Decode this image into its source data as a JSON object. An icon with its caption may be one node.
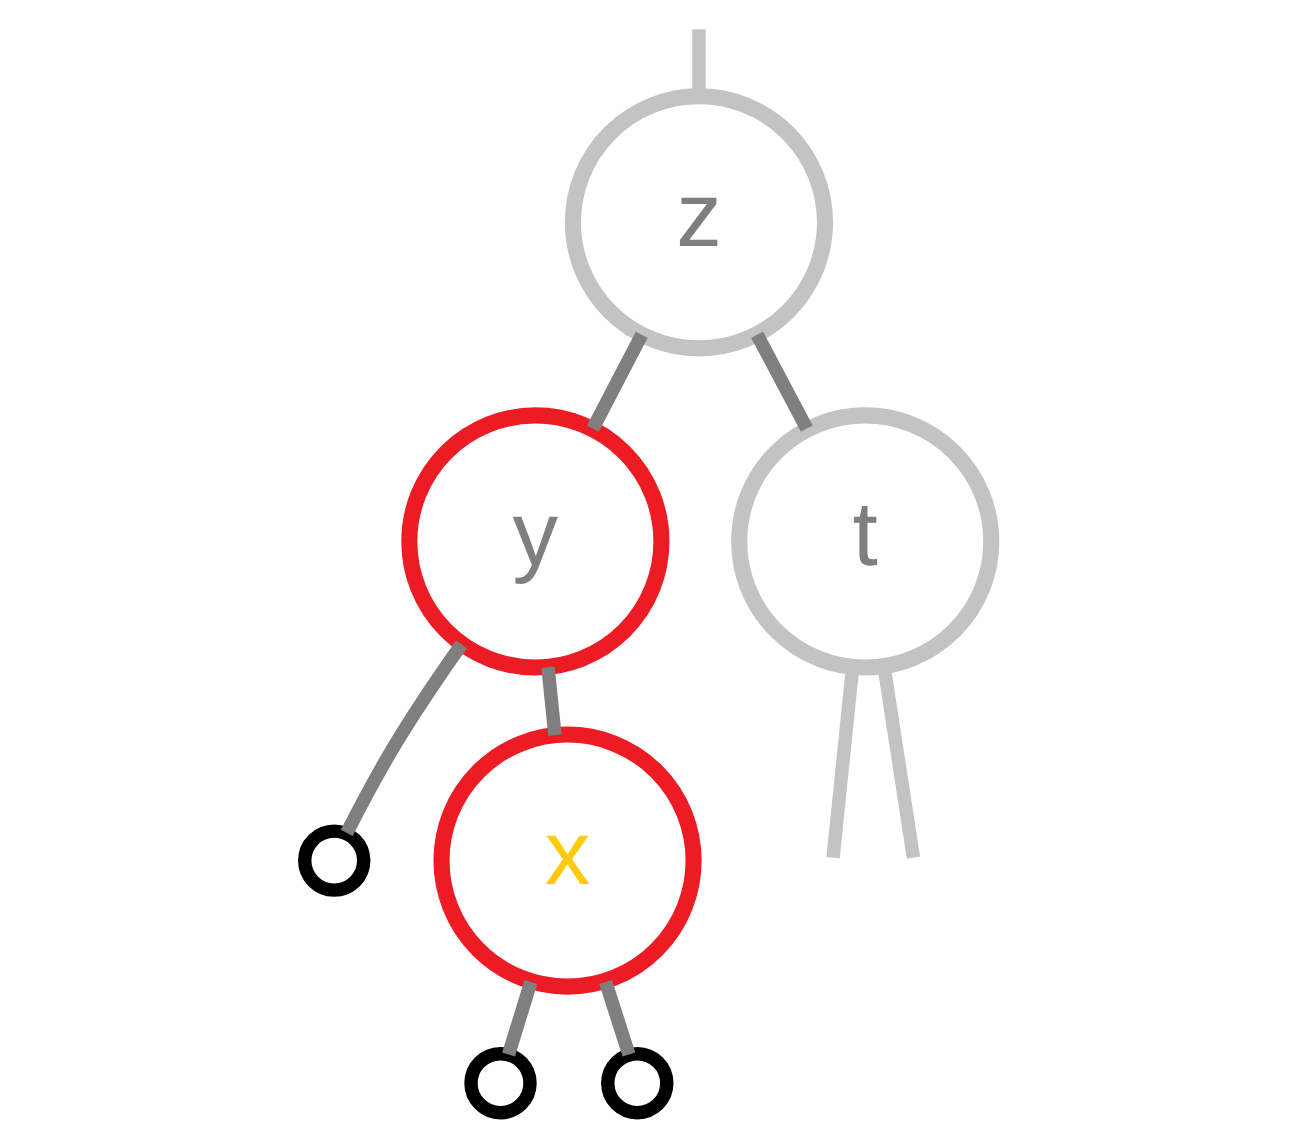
{
  "diagram": {
    "nodes": [
      {
        "text": [
          "z"
        ]
      },
      {
        "text": [
          "y"
        ]
      },
      {
        "text": [
          "t"
        ]
      },
      {
        "text": [],
        "shape": "circle"
      },
      {
        "text": [
          "x"
        ]
      },
      {
        "text": [],
        "shape": "circle"
      },
      {
        "text": [],
        "shape": "circle"
      }
    ],
    "edges": [
      {
        "from": null,
        "to": 0,
        "arrow": "none",
        "color": "#c3c3c3"
      },
      {
        "from": 0,
        "to": 1,
        "arrow": "none"
      },
      {
        "from": 0,
        "to": 2,
        "arrow": "none"
      },
      {
        "from": 1,
        "to": 4,
        "arrow": "none"
      },
      {
        "from": 1,
        "to": 3,
        "arrow": "none"
      },
      {
        "from": 4,
        "to": 5,
        "arrow": "none"
      },
      {
        "from": 4,
        "to": 6,
        "arrow": "none"
      },
      {
        "from": 2,
        "to": null,
        "arrow": "none",
        "color": "#c3c3c3"
      },
      {
        "from": 2,
        "to": null,
        "arrow": "none",
        "color": "#c3c3c3"
      }
    ]
  }
}
